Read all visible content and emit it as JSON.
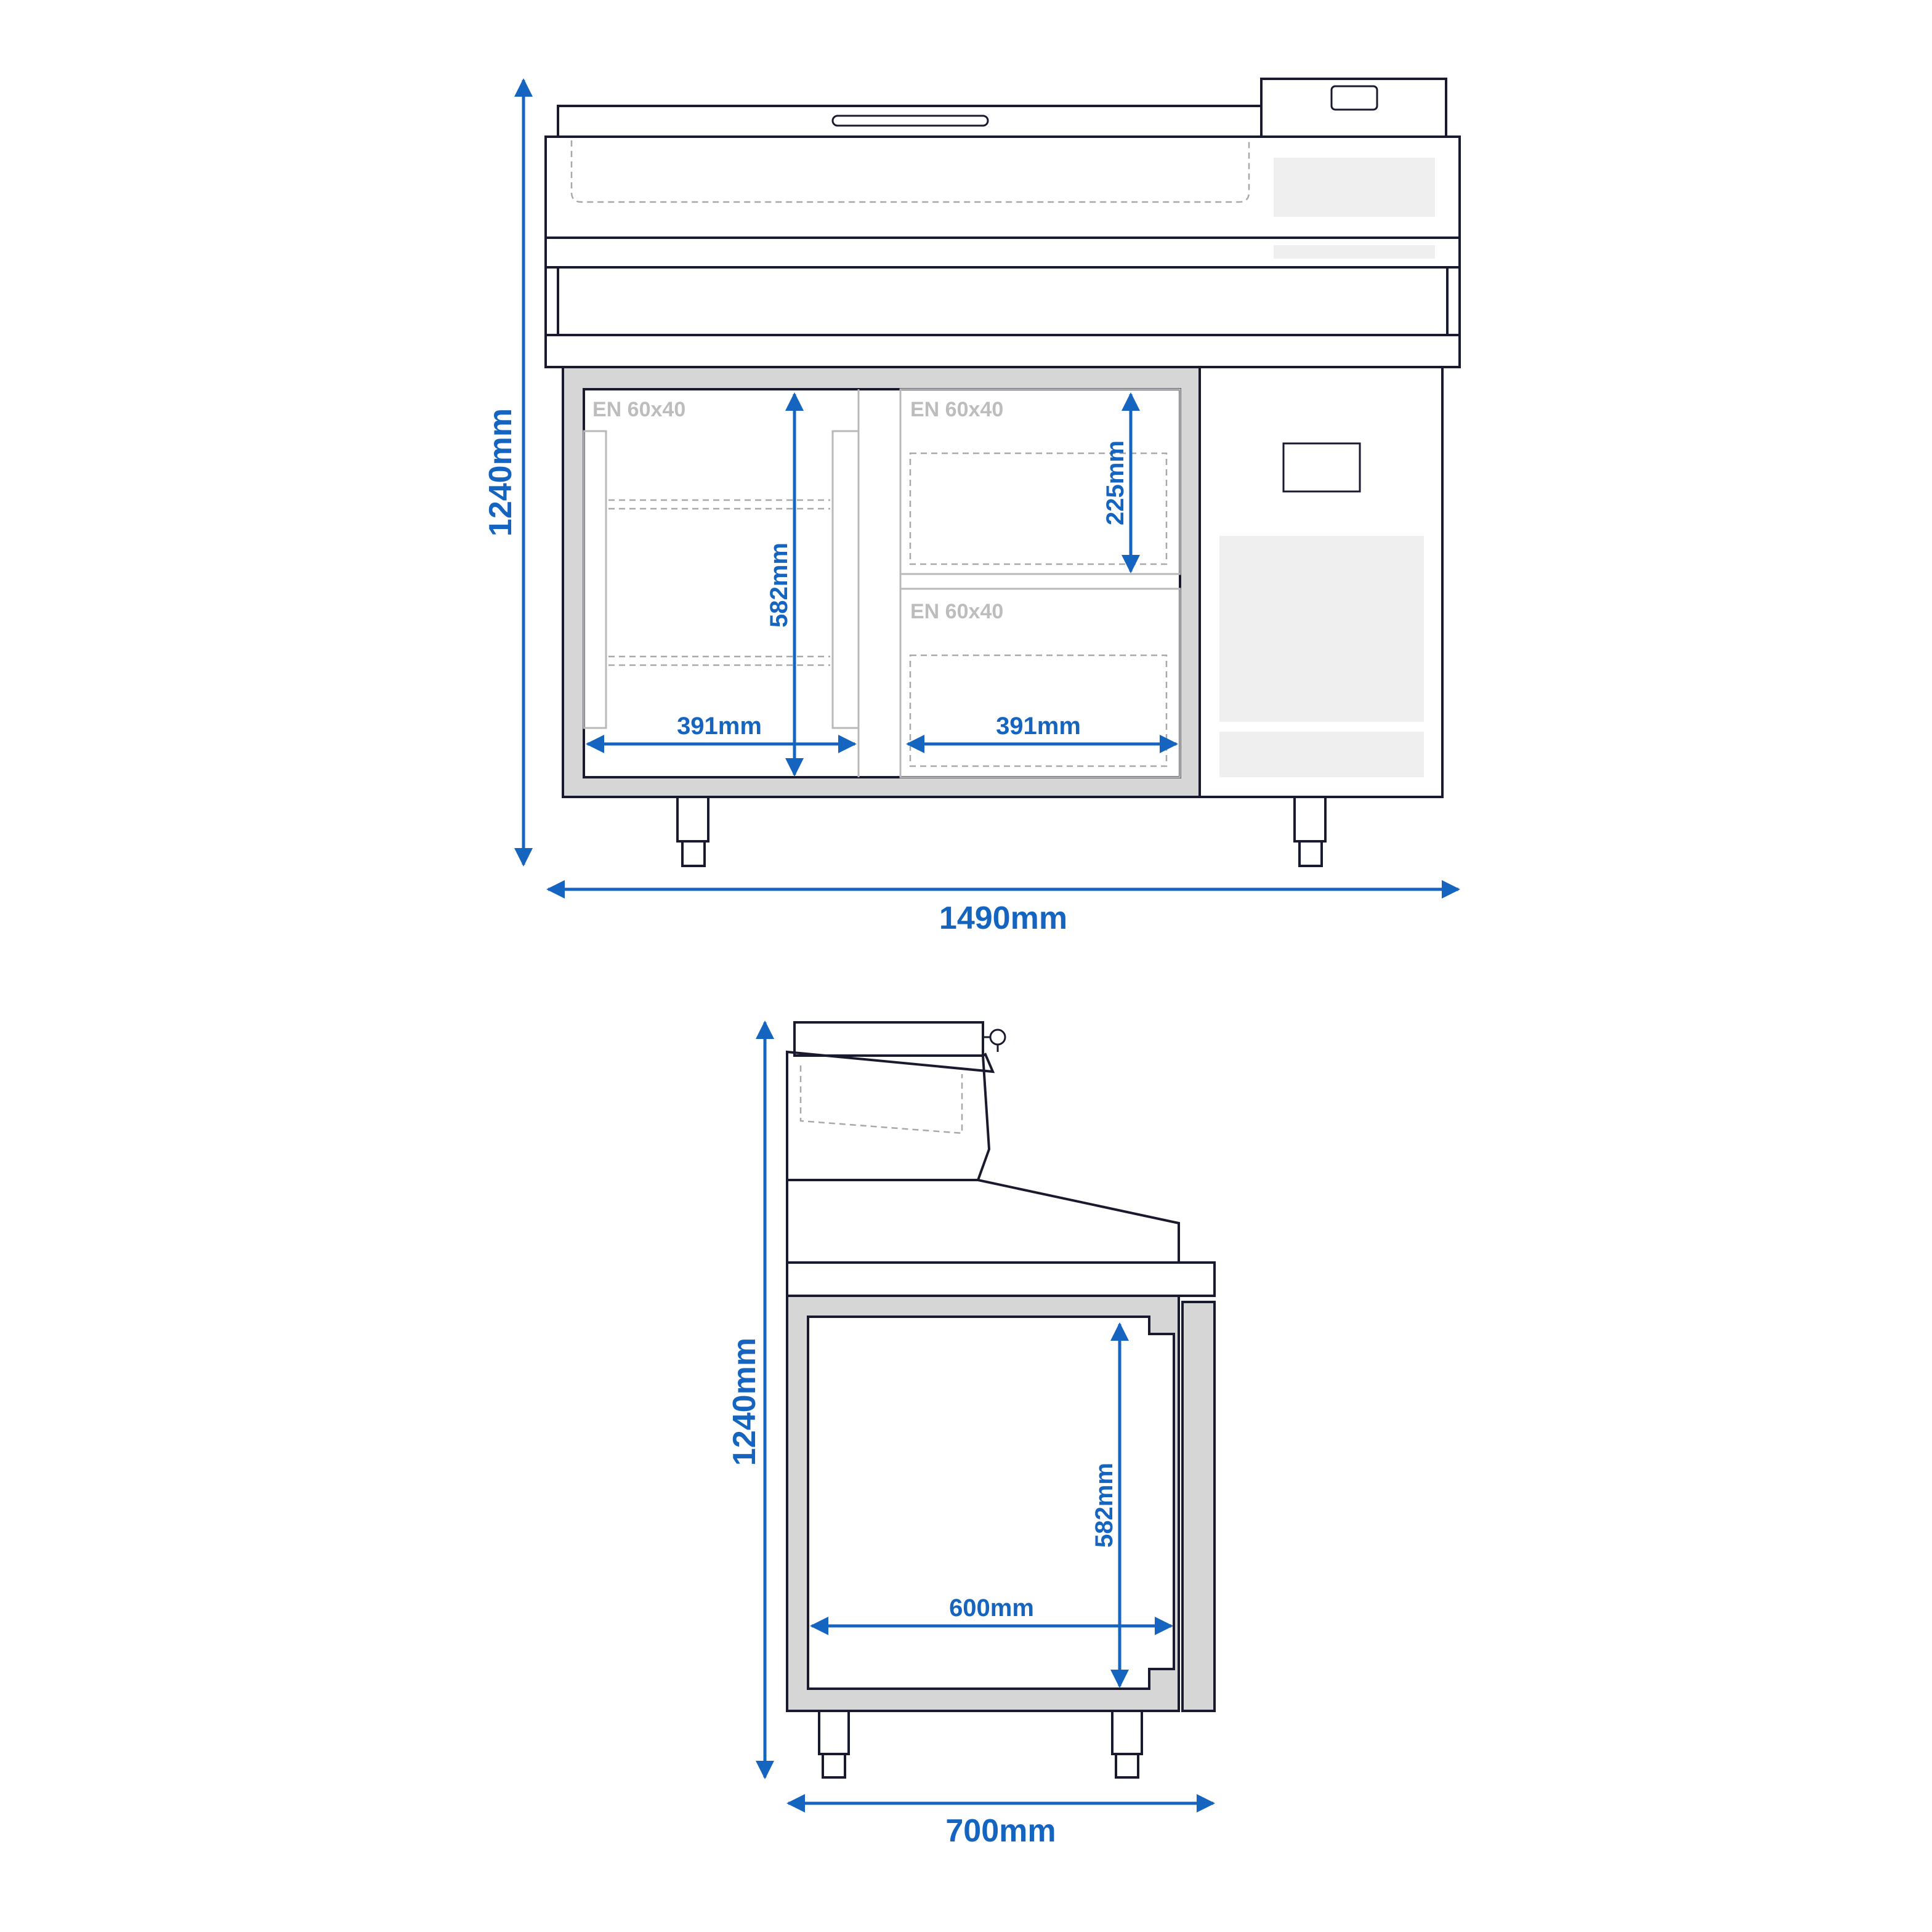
{
  "front_view": {
    "height_label": "1240mm",
    "width_label": "1490mm",
    "compartments": [
      {
        "gn_label": "EN 60x40"
      },
      {
        "gn_label": "EN 60x40"
      },
      {
        "gn_label": "EN 60x40"
      }
    ],
    "interior_height_label": "582mm",
    "drawer_height_label": "225mm",
    "left_width_label": "391mm",
    "right_width_label": "391mm"
  },
  "side_view": {
    "height_label": "1240mm",
    "depth_label": "700mm",
    "interior_height_label": "582mm",
    "interior_depth_label": "600mm"
  },
  "colors": {
    "dimension": "#1565c0",
    "outline": "#1a1a2e",
    "panel": "#efefef",
    "frame": "#d6d6d6"
  }
}
